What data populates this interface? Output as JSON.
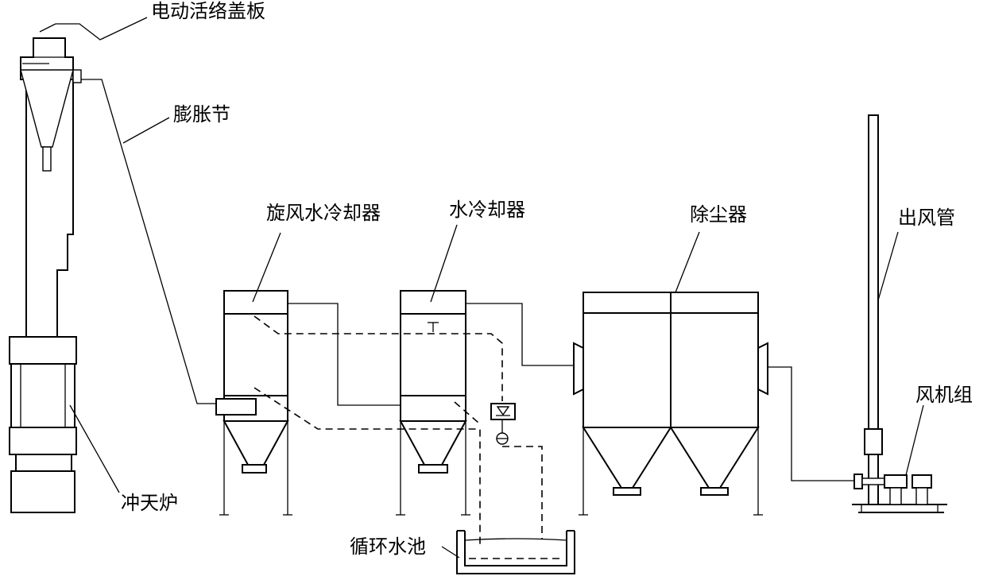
{
  "labels": {
    "cover": "电动活络盖板",
    "expansion": "膨胀节",
    "cupola": "冲天炉",
    "cyclone_cooler": "旋风水冷却器",
    "water_cooler": "水冷却器",
    "dust_collector": "除尘器",
    "exhaust_pipe": "出风管",
    "fan_unit": "风机组",
    "water_pool": "循环水池"
  },
  "colors": {
    "line": "#000000",
    "background": "#ffffff"
  }
}
